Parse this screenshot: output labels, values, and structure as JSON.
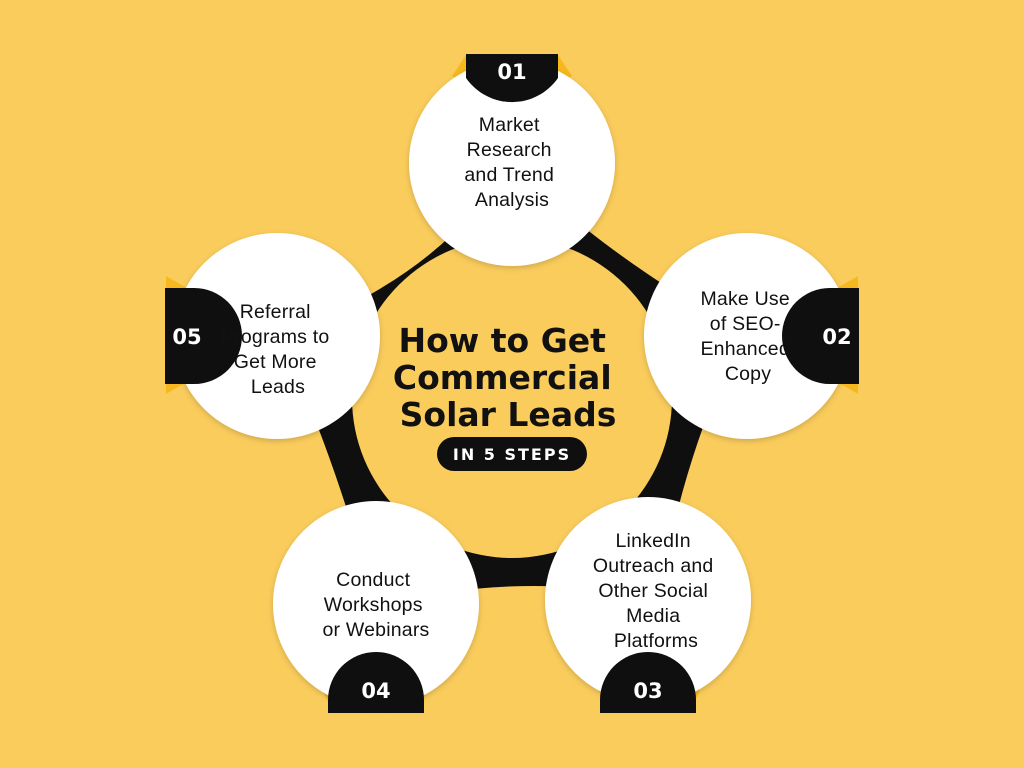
{
  "title_lines": [
    "How to Get",
    "Commercial",
    "Solar Leads"
  ],
  "badge": "IN 5 STEPS",
  "steps": [
    {
      "number": "01",
      "lines": [
        "Market",
        "Research",
        "and Trend",
        "Analysis"
      ]
    },
    {
      "number": "02",
      "lines": [
        "Make Use",
        "of SEO-",
        "Enhanced",
        "Copy"
      ]
    },
    {
      "number": "03",
      "lines": [
        "LinkedIn",
        "Outreach and",
        "Other Social",
        "Media",
        "Platforms"
      ]
    },
    {
      "number": "04",
      "lines": [
        "Conduct",
        "Workshops",
        "or Webinars"
      ]
    },
    {
      "number": "05",
      "lines": [
        "Referral",
        "Programs to",
        "Get More",
        "Leads"
      ]
    }
  ],
  "colors": {
    "background": "#FACC5C",
    "dark": "#0F0F0F",
    "circle": "#FFFFFF",
    "accent": "#F6B81E"
  }
}
